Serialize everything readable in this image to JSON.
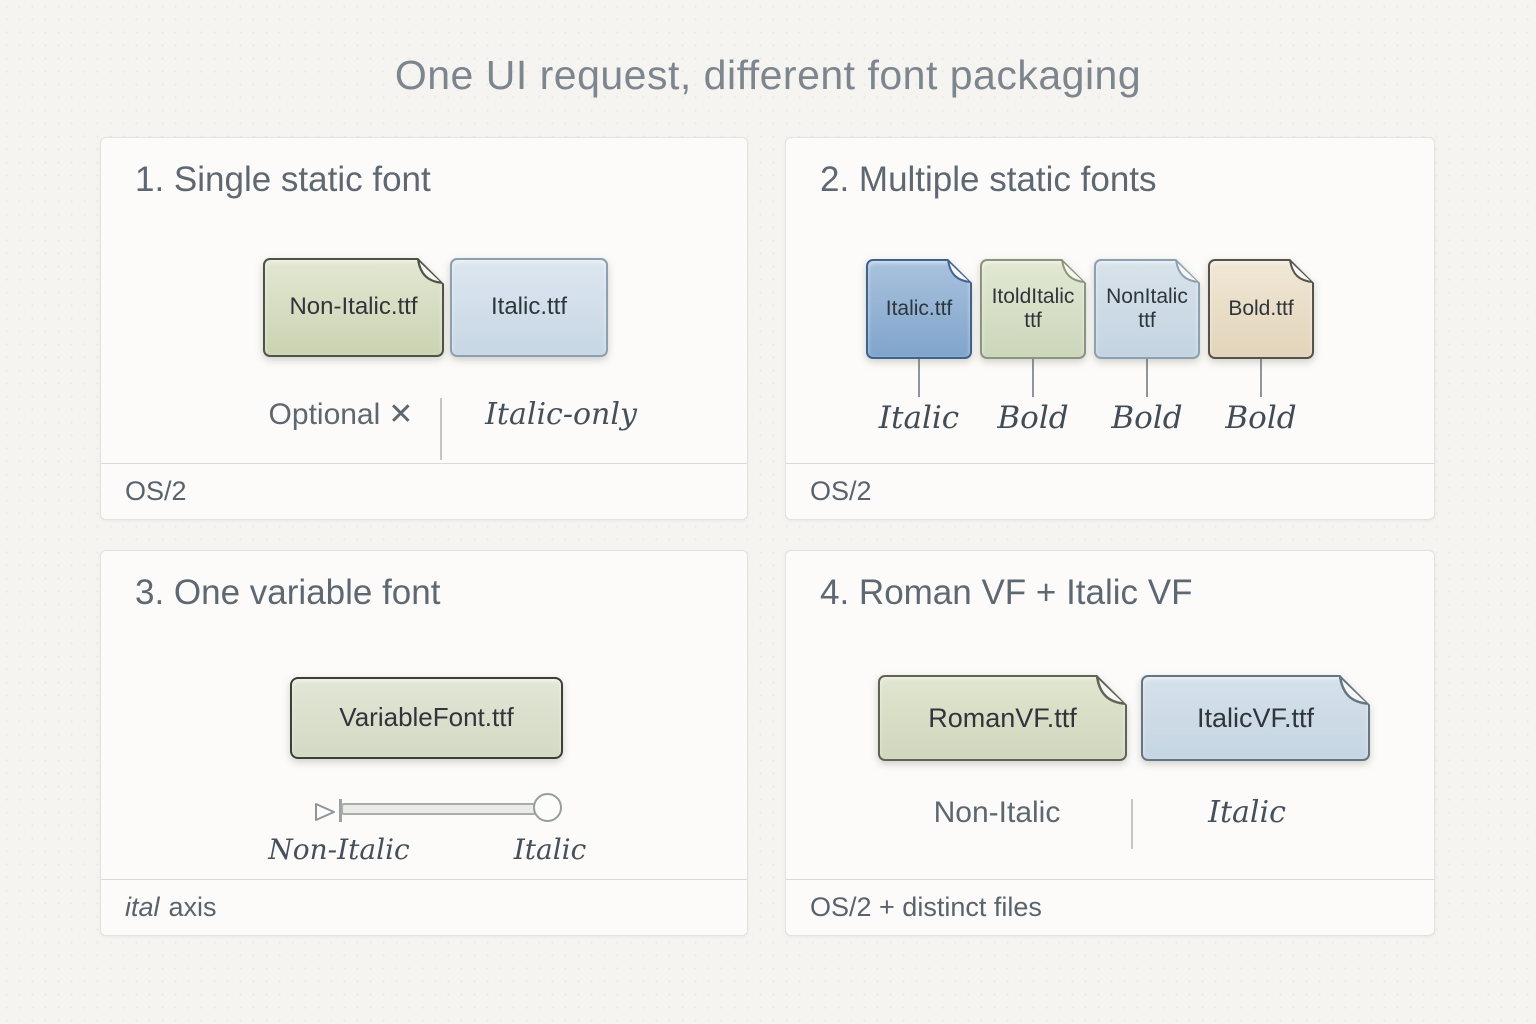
{
  "title": "One UI request, different font packaging",
  "colors": {
    "page_background": "#f5f4f1",
    "panel_background": "#fcfbf9",
    "panel_border": "#e4e2dd",
    "heading_text": "#5d6872",
    "title_text": "#7d868e",
    "file_text": "#2f353b",
    "italic_label_text": "#46505a",
    "footer_text": "#59636d",
    "fold_fill": "#f7f8f5",
    "connector_line": "#8f959b"
  },
  "panel1": {
    "heading": "1. Single static font",
    "file1": {
      "label": "Non-Italic.ttf",
      "fill_top": "#e3e7d2",
      "fill_bottom": "#cbd3b2",
      "border": "#4f5345"
    },
    "file2": {
      "label": "Italic.ttf",
      "fill_top": "#dde6ef",
      "fill_bottom": "#c7d7e5",
      "border": "#8ca0b0"
    },
    "optional_label": "Optional",
    "optional_x": "✕",
    "italic_only_label": "Italic-only",
    "footer": "OS/2"
  },
  "panel2": {
    "heading": "2. Multiple static fonts",
    "files": [
      {
        "line1": "Italic.ttf",
        "line2": "",
        "tag": "Italic",
        "fill_top": "#a9c2dd",
        "fill_bottom": "#7fa4cb",
        "border": "#41628c"
      },
      {
        "line1": "ItoldItalic",
        "line2": "ttf",
        "tag": "Bold",
        "fill_top": "#e2e8d3",
        "fill_bottom": "#ccd6ba",
        "border": "#8b957c"
      },
      {
        "line1": "NonItalic",
        "line2": "ttf",
        "tag": "Bold",
        "fill_top": "#d8e2eb",
        "fill_bottom": "#c3d4e1",
        "border": "#8ba0b0"
      },
      {
        "line1": "Bold.ttf",
        "line2": "",
        "tag": "Bold",
        "fill_top": "#f0e7d5",
        "fill_bottom": "#e2d4ba",
        "border": "#56524a"
      }
    ],
    "footer": "OS/2"
  },
  "panel3": {
    "heading": "3. One variable font",
    "file": {
      "label": "VariableFont.ttf",
      "fill_top": "#e2e6d6",
      "fill_bottom": "#d3d9c3",
      "border": "#3c4037"
    },
    "slider_left_label": "Non-Italic",
    "slider_right_label": "Italic",
    "footer_axis_name": "ital",
    "footer_suffix": "axis"
  },
  "panel4": {
    "heading": "4. Roman VF + Italic VF",
    "file1": {
      "label": "RomanVF.ttf",
      "fill_top": "#e0e5cf",
      "fill_bottom": "#d0d7bd",
      "border": "#5f6455"
    },
    "file2": {
      "label": "ItalicVF.ttf",
      "fill_top": "#d6e1ea",
      "fill_bottom": "#c5d5e2",
      "border": "#657583"
    },
    "label_left": "Non-Italic",
    "label_right": "Italic",
    "footer": "OS/2 + distinct files"
  }
}
